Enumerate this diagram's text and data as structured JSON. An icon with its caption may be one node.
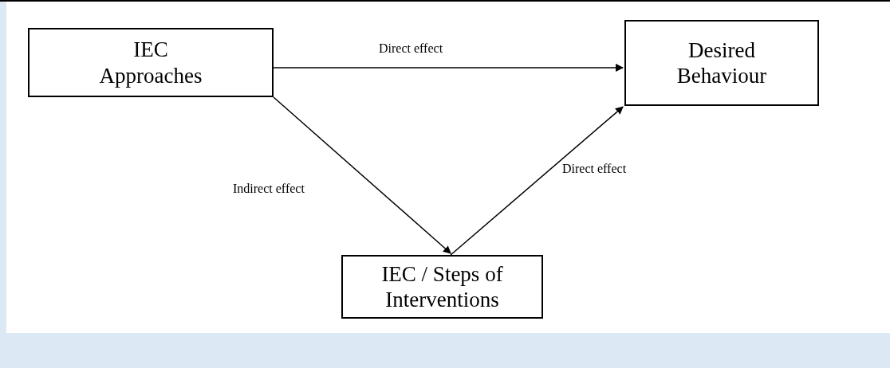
{
  "diagram": {
    "nodes": [
      {
        "text": [
          "IEC Approaches"
        ]
      },
      {
        "text": [
          "Desired Behaviour"
        ]
      },
      {
        "text": [
          "IEC / Steps of Interventions"
        ]
      }
    ],
    "edges": [
      {
        "from": 0,
        "to": 1,
        "arrow": "to",
        "label": "Direct effect"
      },
      {
        "from": 0,
        "to": 2,
        "arrow": "to",
        "label": "Indirect effect"
      },
      {
        "from": 2,
        "to": 1,
        "arrow": "to",
        "label": "Direct effect"
      }
    ]
  }
}
